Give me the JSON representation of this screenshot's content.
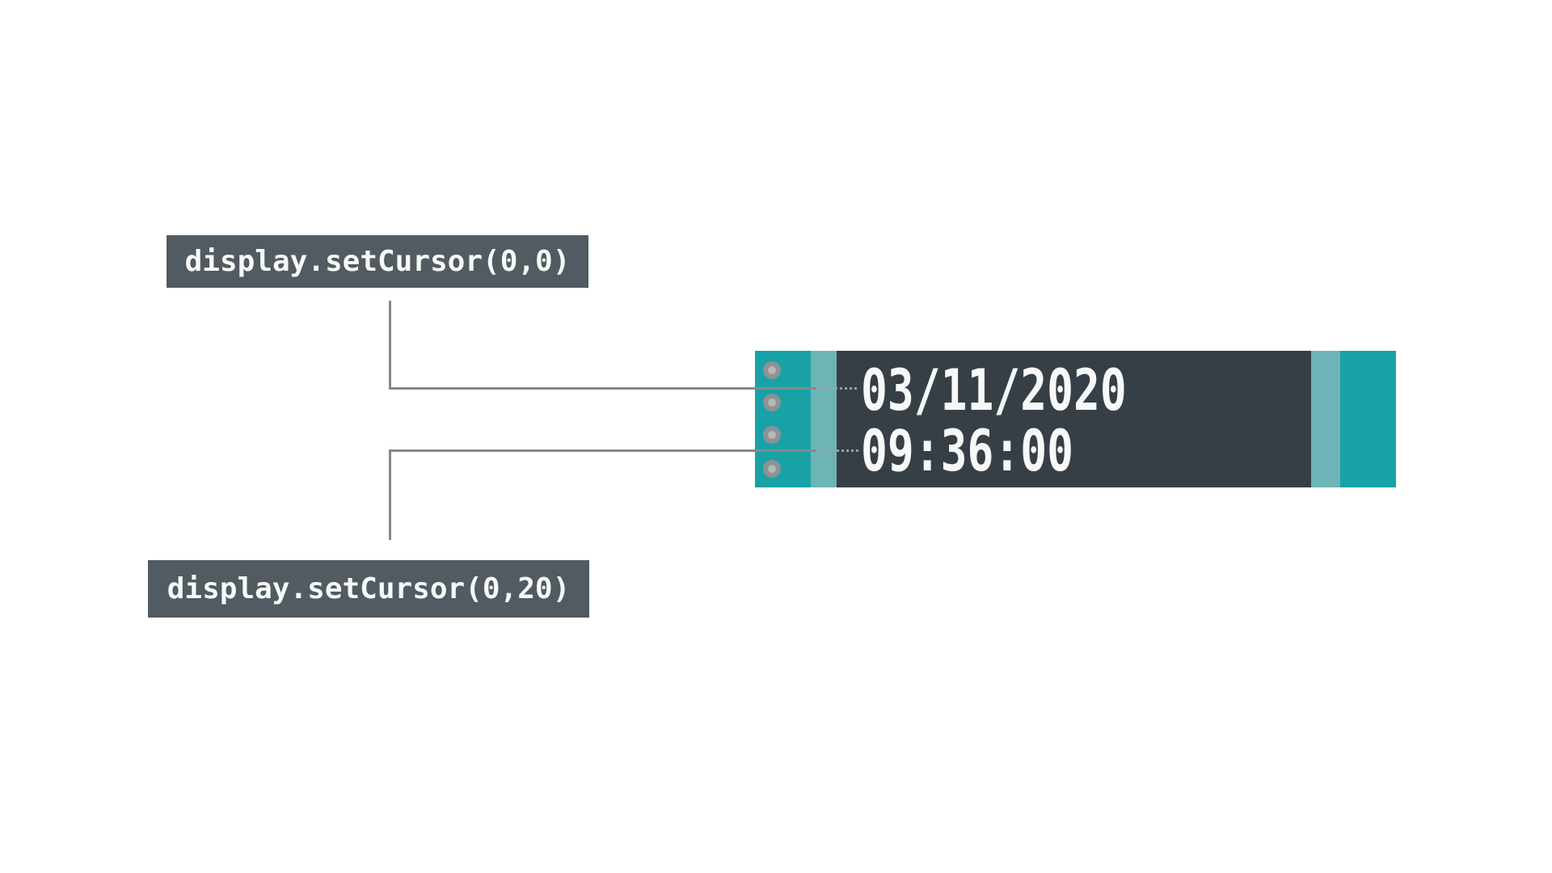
{
  "diagram": {
    "labels": [
      {
        "id": "setcursor-0-0",
        "text": "display.setCursor(0,0)"
      },
      {
        "id": "setcursor-0-20",
        "text": "display.setCursor(0,20)"
      }
    ],
    "display": {
      "line1": "03/11/2020",
      "line2": "09:36:00"
    },
    "colors": {
      "teal_dark": "#18a2a6",
      "teal_light": "#6db4b7",
      "screen_bg": "#373f46",
      "label_bg": "#515b61",
      "text_white": "#f7f8f8",
      "connector_gray": "#85898c",
      "dot_gray": "#9aa0a2",
      "pin_outer": "#8d9296",
      "pin_inner": "#b7b8b4"
    }
  }
}
